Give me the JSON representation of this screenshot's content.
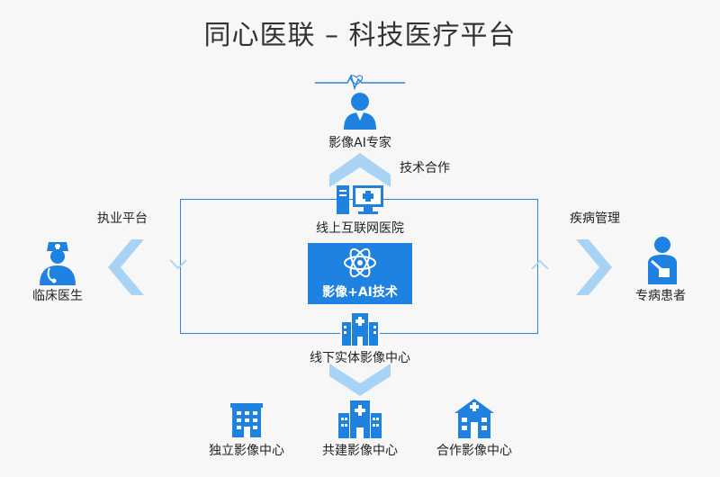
{
  "title": "同心医联 – 科技医疗平台",
  "nodes": {
    "expert": "影像AI专家",
    "online_hospital": "线上互联网医院",
    "core": "影像+AI技术",
    "offline_center": "线下实体影像中心",
    "doctor": "临床医生",
    "patient": "专病患者",
    "independent": "独立影像中心",
    "co_built": "共建影像中心",
    "cooperative": "合作影像中心"
  },
  "edges": {
    "tech_cooperation": "技术合作",
    "practice_platform": "执业平台",
    "disease_management": "疾病管理"
  },
  "colors": {
    "primary": "#1f82e0",
    "light": "#a9d3f5",
    "frame": "#2e86de"
  }
}
